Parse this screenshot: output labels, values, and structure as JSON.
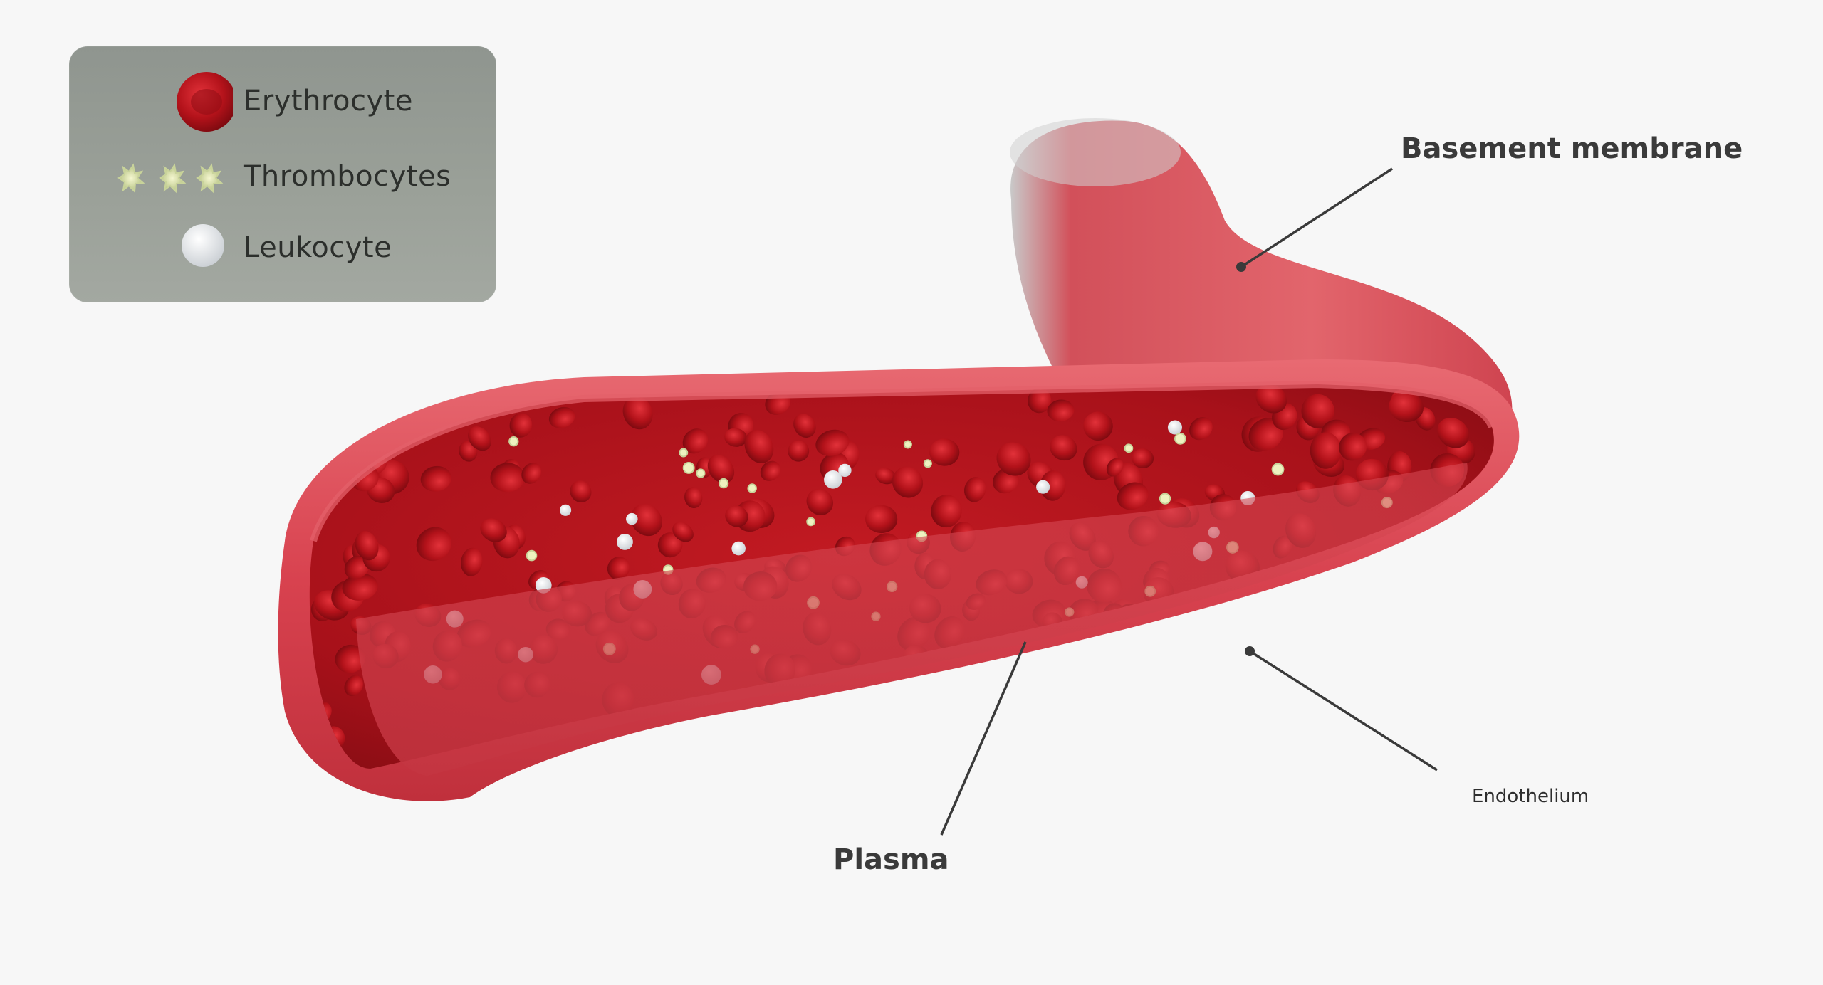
{
  "legend": {
    "items": [
      {
        "label": "Erythrocyte",
        "icon": "erythrocyte-icon"
      },
      {
        "label": "Thrombocytes",
        "icon": "thrombocytes-icon"
      },
      {
        "label": "Leukocyte",
        "icon": "leukocyte-icon"
      }
    ]
  },
  "labels": {
    "basement_membrane": "Basement membrane",
    "plasma": "Plasma",
    "endothelium": "Endothelium"
  },
  "colors": {
    "background": "#f7f7f7",
    "vessel_wall": "#d8424f",
    "vessel_inner": "#b9141c",
    "erythrocyte": "#b3121a",
    "thrombocyte": "#e6ecb0",
    "leukocyte": "#eef0f2",
    "legend_panel": "#979c95",
    "leader_line": "#3a3a3a"
  }
}
